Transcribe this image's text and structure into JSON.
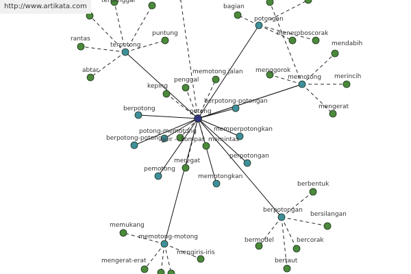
{
  "watermark": "http://www.artikata.com",
  "colors": {
    "root": "#33347f",
    "hub": "#3f8f9a",
    "leaf": "#4a8a3a",
    "edge": "#111111",
    "dashed_edge": "#222222",
    "node_stroke": "#1d2f1d"
  },
  "graph": {
    "root": {
      "id": "potong",
      "label": "potong"
    },
    "hubs": [
      {
        "id": "terpotong",
        "label": "terpotong"
      },
      {
        "id": "potongan",
        "label": "potongan"
      },
      {
        "id": "memotong",
        "label": "memotong"
      },
      {
        "id": "berpotong-potongan",
        "label": "berpotong-potongan"
      },
      {
        "id": "berpotong",
        "label": "berpotong"
      },
      {
        "id": "berpotong-potong",
        "label": "berpotong-potong"
      },
      {
        "id": "pemotong",
        "label": "pemotong"
      },
      {
        "id": "memotongkan",
        "label": "memotongkan"
      },
      {
        "id": "perpotongan",
        "label": "perpotongan"
      },
      {
        "id": "memperpotongkan",
        "label": "memperpotongkan"
      },
      {
        "id": "berpotongan",
        "label": "berpotongan"
      },
      {
        "id": "memotong-motong",
        "label": "memotong-motong"
      },
      {
        "id": "potong-memotong",
        "label": "potong-memotong"
      }
    ],
    "leaves": [
      {
        "id": "terpenggal",
        "label": "terpenggal",
        "parent": "terpotong"
      },
      {
        "id": "rantas",
        "label": "rantas",
        "parent": "terpotong"
      },
      {
        "id": "puntung",
        "label": "puntung",
        "parent": "terpotong"
      },
      {
        "id": "abtar",
        "label": "abtar",
        "parent": "terpotong"
      },
      {
        "id": "terpotong-x1",
        "label": "",
        "parent": "terpotong"
      },
      {
        "id": "terpotong-x2",
        "label": "",
        "parent": "terpotong"
      },
      {
        "id": "bagian",
        "label": "bagian",
        "parent": "potongan"
      },
      {
        "id": "meneroboscorak",
        "label": "meneroboscorak",
        "parent": "potongan"
      },
      {
        "id": "potongan-x1",
        "label": "",
        "parent": "potongan"
      },
      {
        "id": "potongan-x2",
        "label": "",
        "parent": "potongan"
      },
      {
        "id": "mendabih",
        "label": "mendabih",
        "parent": "memotong"
      },
      {
        "id": "menggorok",
        "label": "menggorok",
        "parent": "memotong"
      },
      {
        "id": "merincih",
        "label": "merincih",
        "parent": "memotong"
      },
      {
        "id": "mengerat",
        "label": "mengerat",
        "parent": "memotong"
      },
      {
        "id": "memotong-x1",
        "label": "",
        "parent": "memotong"
      },
      {
        "id": "berbentuk",
        "label": "berbentuk",
        "parent": "berpotongan"
      },
      {
        "id": "bersilangan",
        "label": "bersilangan",
        "parent": "berpotongan"
      },
      {
        "id": "bermodel",
        "label": "bermodel",
        "parent": "berpotongan"
      },
      {
        "id": "bercorak",
        "label": "bercorak",
        "parent": "berpotongan"
      },
      {
        "id": "bertaut",
        "label": "bertaut",
        "parent": "berpotongan"
      },
      {
        "id": "memukang",
        "label": "memukang",
        "parent": "memotong-motong"
      },
      {
        "id": "mengerat-erat",
        "label": "mengerat-erat",
        "parent": "memotong-motong"
      },
      {
        "id": "mengiris-iris",
        "label": "mengiris-iris",
        "parent": "memotong-motong"
      },
      {
        "id": "mm-x1",
        "label": "",
        "parent": "memotong-motong"
      },
      {
        "id": "mm-x2",
        "label": "",
        "parent": "memotong-motong"
      }
    ],
    "direct_leaves": [
      {
        "id": "memotong-jalan",
        "label": "memotong jalan"
      },
      {
        "id": "penggal",
        "label": "penggal"
      },
      {
        "id": "keping",
        "label": "keping"
      },
      {
        "id": "gilir-kompas",
        "label": "gilir -- kompas"
      },
      {
        "id": "memintas",
        "label": "memintas"
      },
      {
        "id": "meregat",
        "label": "meregat"
      },
      {
        "id": "top-x1",
        "label": ""
      }
    ]
  }
}
